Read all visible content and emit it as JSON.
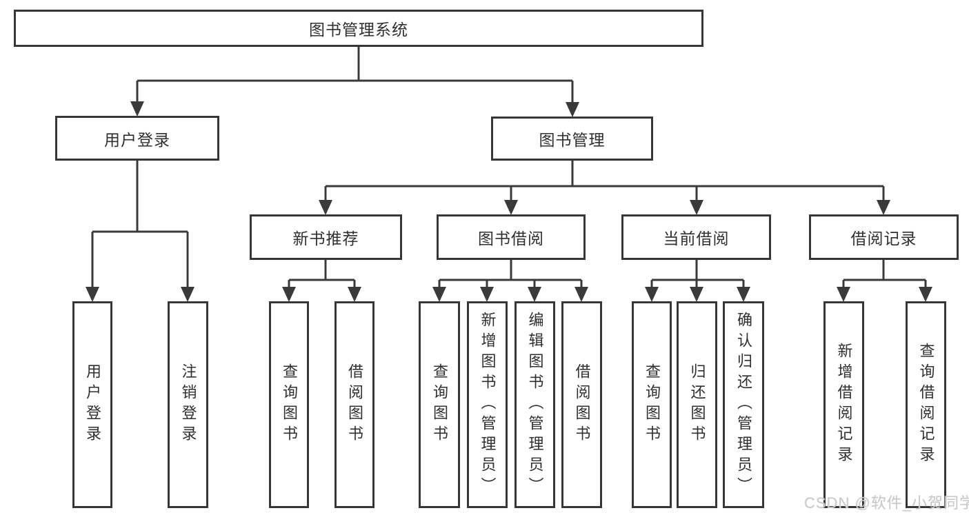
{
  "diagram": {
    "title": "图书管理系统",
    "nodes": {
      "root": "图书管理系统",
      "user_login": "用户登录",
      "book_management": "图书管理",
      "new_book_recommend": "新书推荐",
      "book_borrow": "图书借阅",
      "current_borrow": "当前借阅",
      "borrow_record": "借阅记录",
      "ul_user_login": "用户登录",
      "ul_logout": "注销登录",
      "nb_query_book": "查询图书",
      "nb_borrow_book": "借阅图书",
      "bb_query_book": "查询图书",
      "bb_add_book_admin": "新增图书（管理员）",
      "bb_edit_book_admin": "编辑图书（管理员）",
      "bb_borrow_book": "借阅图书",
      "cb_query_book": "查询图书",
      "cb_return_book": "归还图书",
      "cb_confirm_return_admin": "确认归还（管理员）",
      "br_add_record": "新增借阅记录",
      "br_query_record": "查询借阅记录"
    },
    "hierarchy": {
      "图书管理系统": {
        "用户登录": [
          "用户登录",
          "注销登录"
        ],
        "图书管理": {
          "新书推荐": [
            "查询图书",
            "借阅图书"
          ],
          "图书借阅": [
            "查询图书",
            "新增图书（管理员）",
            "编辑图书（管理员）",
            "借阅图书"
          ],
          "当前借阅": [
            "查询图书",
            "归还图书",
            "确认归还（管理员）"
          ],
          "借阅记录": [
            "新增借阅记录",
            "查询借阅记录"
          ]
        }
      }
    },
    "colors": {
      "line": "#3a3a3a",
      "border": "#363636",
      "text": "#2f2f2f",
      "background": "#ffffff",
      "watermark": "#c8c8c8"
    }
  },
  "watermark": "CSDN @软件_小贺同学"
}
